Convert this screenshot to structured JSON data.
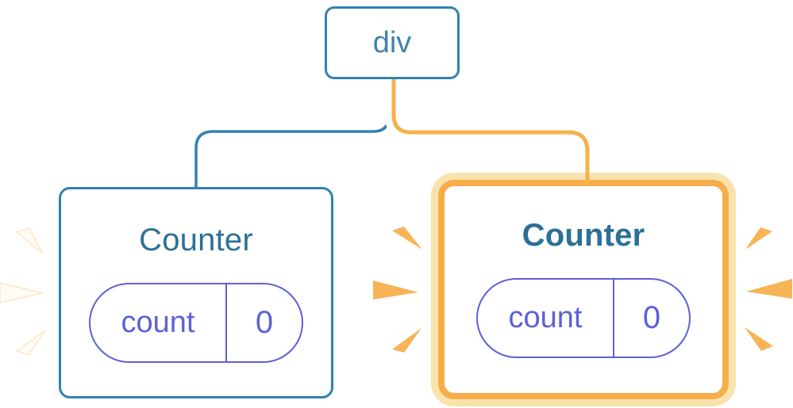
{
  "diagram": {
    "description": "React component tree: a div root rendering two Counter children; the second Counter is highlighted as just re-rendered",
    "root_node": {
      "label": "div"
    },
    "left_counter": {
      "title": "Counter",
      "highlighted": false,
      "state_pill": {
        "label": "count",
        "value": "0"
      }
    },
    "right_counter": {
      "title": "Counter",
      "highlighted": true,
      "state_pill": {
        "label": "count",
        "value": "0"
      }
    },
    "colors": {
      "node_border_blue": "#3181B1",
      "node_text_blue": "#4083AC",
      "title_blue": "#2D7096",
      "state_purple": "#5D61D6",
      "highlight_border_orange": "#F6AD4A",
      "highlight_glow_cream": "#FBE3AE",
      "connector_blue": "#3181B1",
      "connector_yellow": "#F6B14C",
      "connector_casing_white": "#FFFFFF",
      "sparkle_orange": "#F6B455",
      "sparkle_white": "#FFFCF5",
      "background": "#FFFFFF"
    }
  }
}
